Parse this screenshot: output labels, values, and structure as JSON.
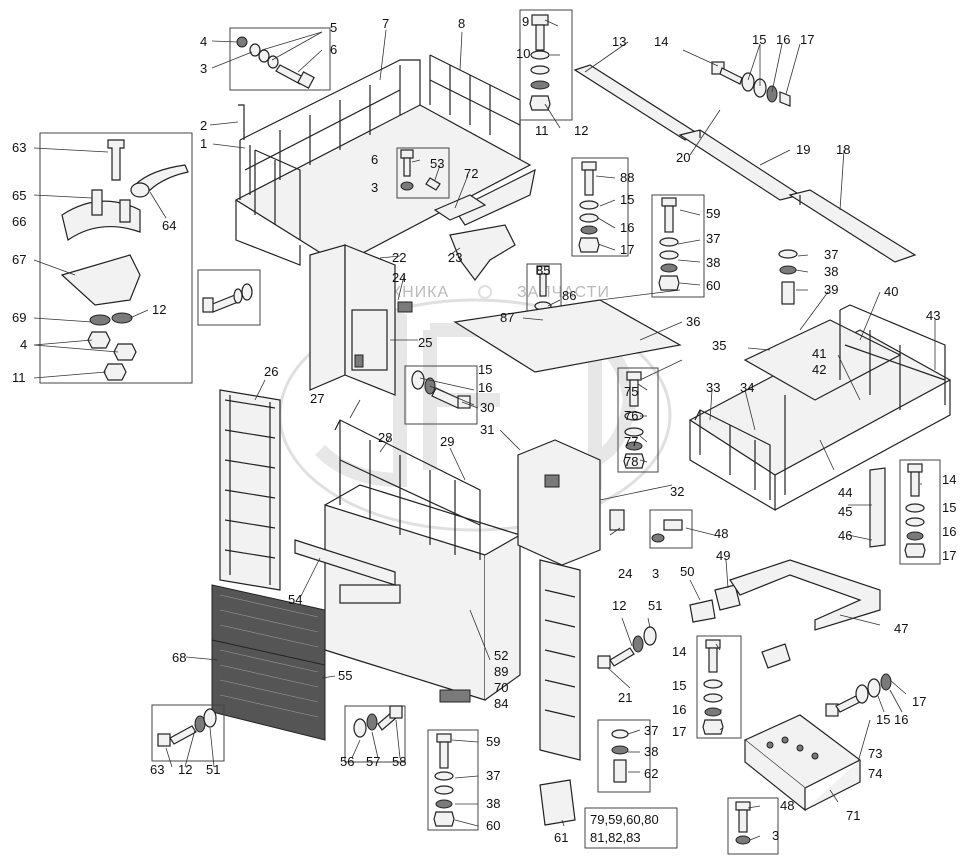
{
  "watermark": {
    "left": "ТЕХНИКА",
    "right": "ЗАПЧАСТИ"
  },
  "callouts": {
    "c1": "1",
    "c2": "2",
    "c3": "3",
    "c4": "4",
    "c5": "5",
    "c6": "6",
    "c7": "7",
    "c8": "8",
    "c9": "9",
    "c10": "10",
    "c11": "11",
    "c12": "12",
    "c13": "13",
    "c14": "14",
    "c15": "15",
    "c16": "16",
    "c17": "17",
    "c18": "18",
    "c19": "19",
    "c20": "20",
    "c21": "21",
    "c22": "22",
    "c23": "23",
    "c24": "24",
    "c25": "25",
    "c26": "26",
    "c27": "27",
    "c28": "28",
    "c29": "29",
    "c30": "30",
    "c31": "31",
    "c32": "32",
    "c33": "33",
    "c34": "34",
    "c35": "35",
    "c36": "36",
    "c37": "37",
    "c38": "38",
    "c39": "39",
    "c40": "40",
    "c41": "41",
    "c42": "42",
    "c43": "43",
    "c44": "44",
    "c45": "45",
    "c46": "46",
    "c47": "47",
    "c48": "48",
    "c49": "49",
    "c50": "50",
    "c51": "51",
    "c52": "52",
    "c53": "53",
    "c54": "54",
    "c55": "55",
    "c56": "56",
    "c57": "57",
    "c58": "58",
    "c59": "59",
    "c60": "60",
    "c61": "61",
    "c62": "62",
    "c63": "63",
    "c64": "64",
    "c65": "65",
    "c66": "66",
    "c67": "67",
    "c68": "68",
    "c69": "69",
    "c70": "70",
    "c71": "71",
    "c72": "72",
    "c73": "73",
    "c74": "74",
    "c75": "75",
    "c76": "76",
    "c77": "77",
    "c78": "78",
    "c84": "84",
    "c85": "85",
    "c86": "86",
    "c87": "87",
    "c88": "88",
    "c89": "89",
    "group_a": "79,59,60,80",
    "group_b": "81,82,83"
  }
}
